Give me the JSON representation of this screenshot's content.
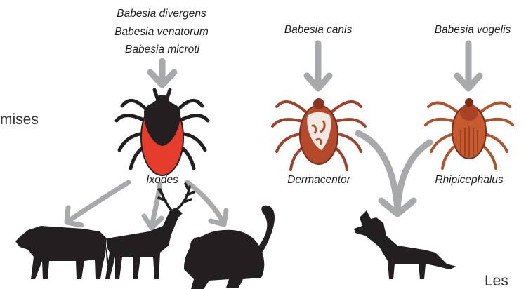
{
  "parasites_ixodes": [
    "Babesia divergens",
    "Babesia venatorum",
    "Babesia microti"
  ],
  "parasite_dermacentor": "Babesia canis",
  "parasite_rhipicephalus": "Babesia vogelis",
  "vectors": {
    "ixodes": "Ixodes",
    "dermacentor": "Dermacentor",
    "rhipicephalus": "Rhipicephalus"
  },
  "hosts": [
    "cow",
    "deer",
    "mouse",
    "dog"
  ],
  "edge_text_left": "mises",
  "edge_text_bottom_right": "Les",
  "colors": {
    "arrow": "#a7a9ac",
    "silhouette": "#231f20",
    "ixodes_body": "#e63c2c",
    "dermacentor_body": "#b5492a",
    "rhipicephalus_body": "#c75a30"
  }
}
